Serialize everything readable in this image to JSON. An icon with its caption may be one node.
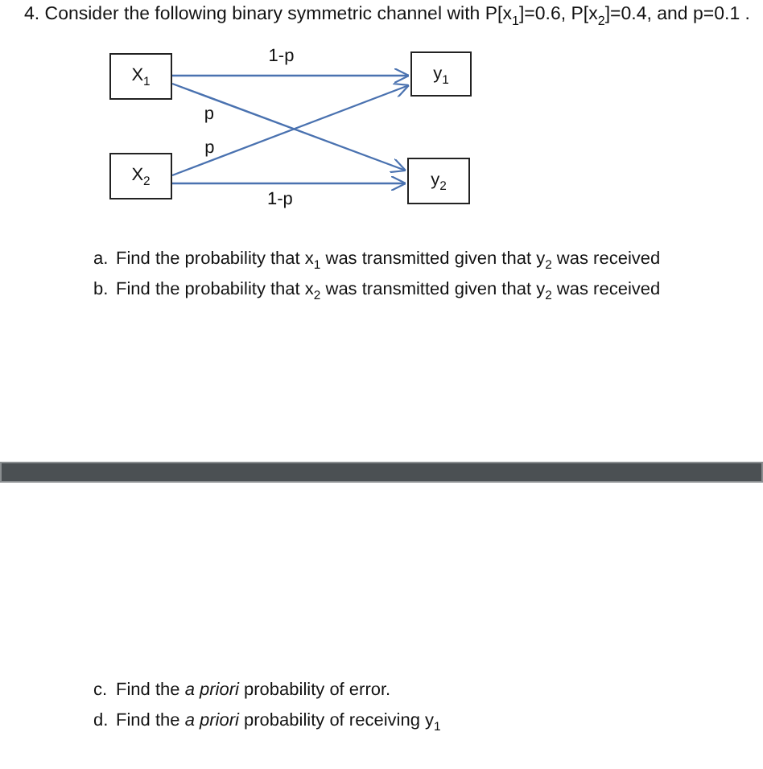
{
  "diagram": {
    "title": "4. Consider the following binary symmetric channel with P[x$_{1}$]=0.6, P[x$_{2}$]=0.4, and p=0.1 .",
    "nodes": [
      {
        "text": [
          "X$_{1}$"
        ]
      },
      {
        "text": [
          "y$_{1}$"
        ]
      },
      {
        "text": [
          "X$_{2}$"
        ]
      },
      {
        "text": [
          "y$_{2}$"
        ]
      },
      {
        "text": [],
        "shape": "bar"
      }
    ],
    "edges": [
      {
        "from": 0,
        "to": 1,
        "arrow": "to",
        "label": "1-p"
      },
      {
        "from": 0,
        "to": 3,
        "arrow": "to",
        "label": "p"
      },
      {
        "from": 2,
        "to": 1,
        "arrow": "to",
        "label": "p"
      },
      {
        "from": 2,
        "to": 3,
        "arrow": "to",
        "label": "1-p"
      }
    ],
    "labels": [
      "a.",
      "Find the probability that x$_{1}$ was transmitted given that y$_{2}$ was received",
      "b.",
      "Find the probability that x$_{2}$ was transmitted given that y$_{2}$ was received",
      "c.",
      "Find the *a priori* probability of error.",
      "d.",
      "Find the *a priori* probability of receiving y$_{1}$"
    ]
  }
}
